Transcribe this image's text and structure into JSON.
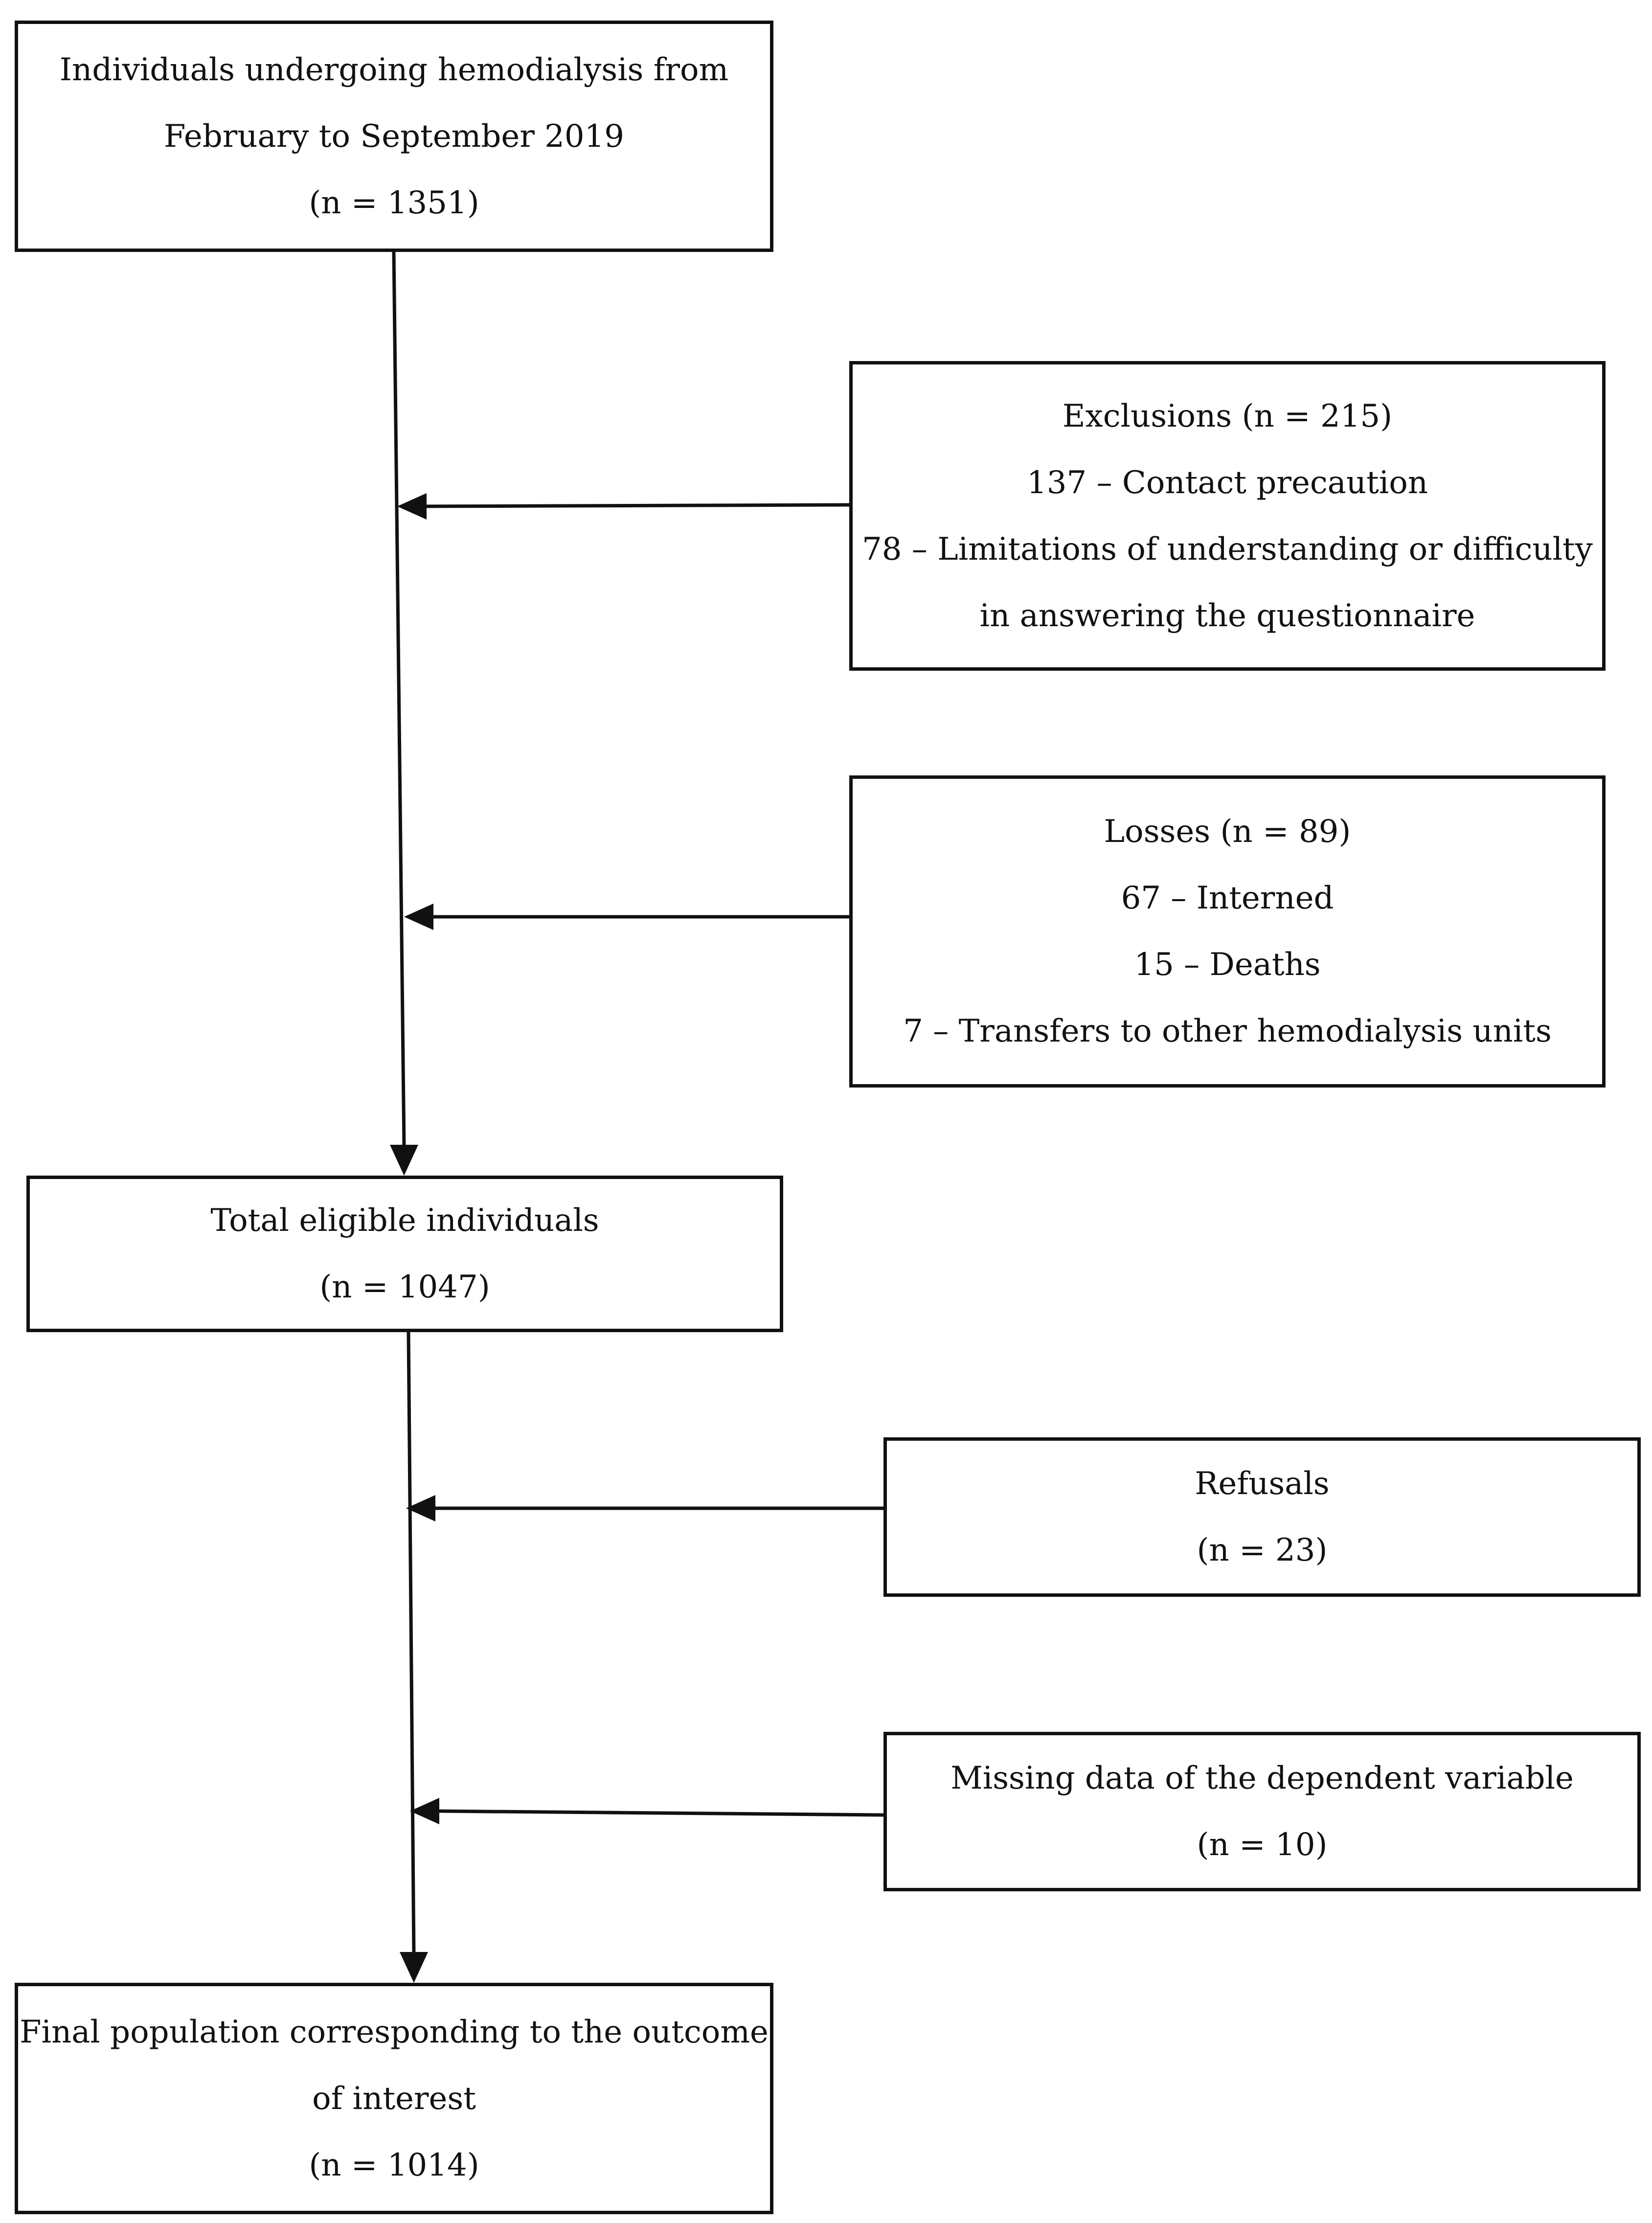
{
  "flowchart": {
    "start": {
      "lines": [
        "Individuals undergoing hemodialysis from",
        "February to September 2019",
        "(n = 1351)"
      ]
    },
    "exclusions": {
      "lines": [
        "Exclusions (n = 215)",
        "137 – Contact precaution",
        "78 – Limitations of understanding or difficulty",
        "in answering the questionnaire"
      ]
    },
    "losses": {
      "lines": [
        "Losses (n = 89)",
        "67 – Interned",
        "15 – Deaths",
        "7 – Transfers to other hemodialysis units"
      ]
    },
    "eligible": {
      "lines": [
        "Total eligible individuals",
        "(n = 1047)"
      ]
    },
    "refusals": {
      "lines": [
        "Refusals",
        "(n = 23)"
      ]
    },
    "missing": {
      "lines": [
        "Missing data of the dependent variable",
        "(n = 10)"
      ]
    },
    "final": {
      "lines": [
        "Final population corresponding to the outcome",
        "of interest",
        "(n = 1014)"
      ]
    }
  },
  "colors": {
    "stroke": "#111111",
    "background": "#ffffff"
  }
}
